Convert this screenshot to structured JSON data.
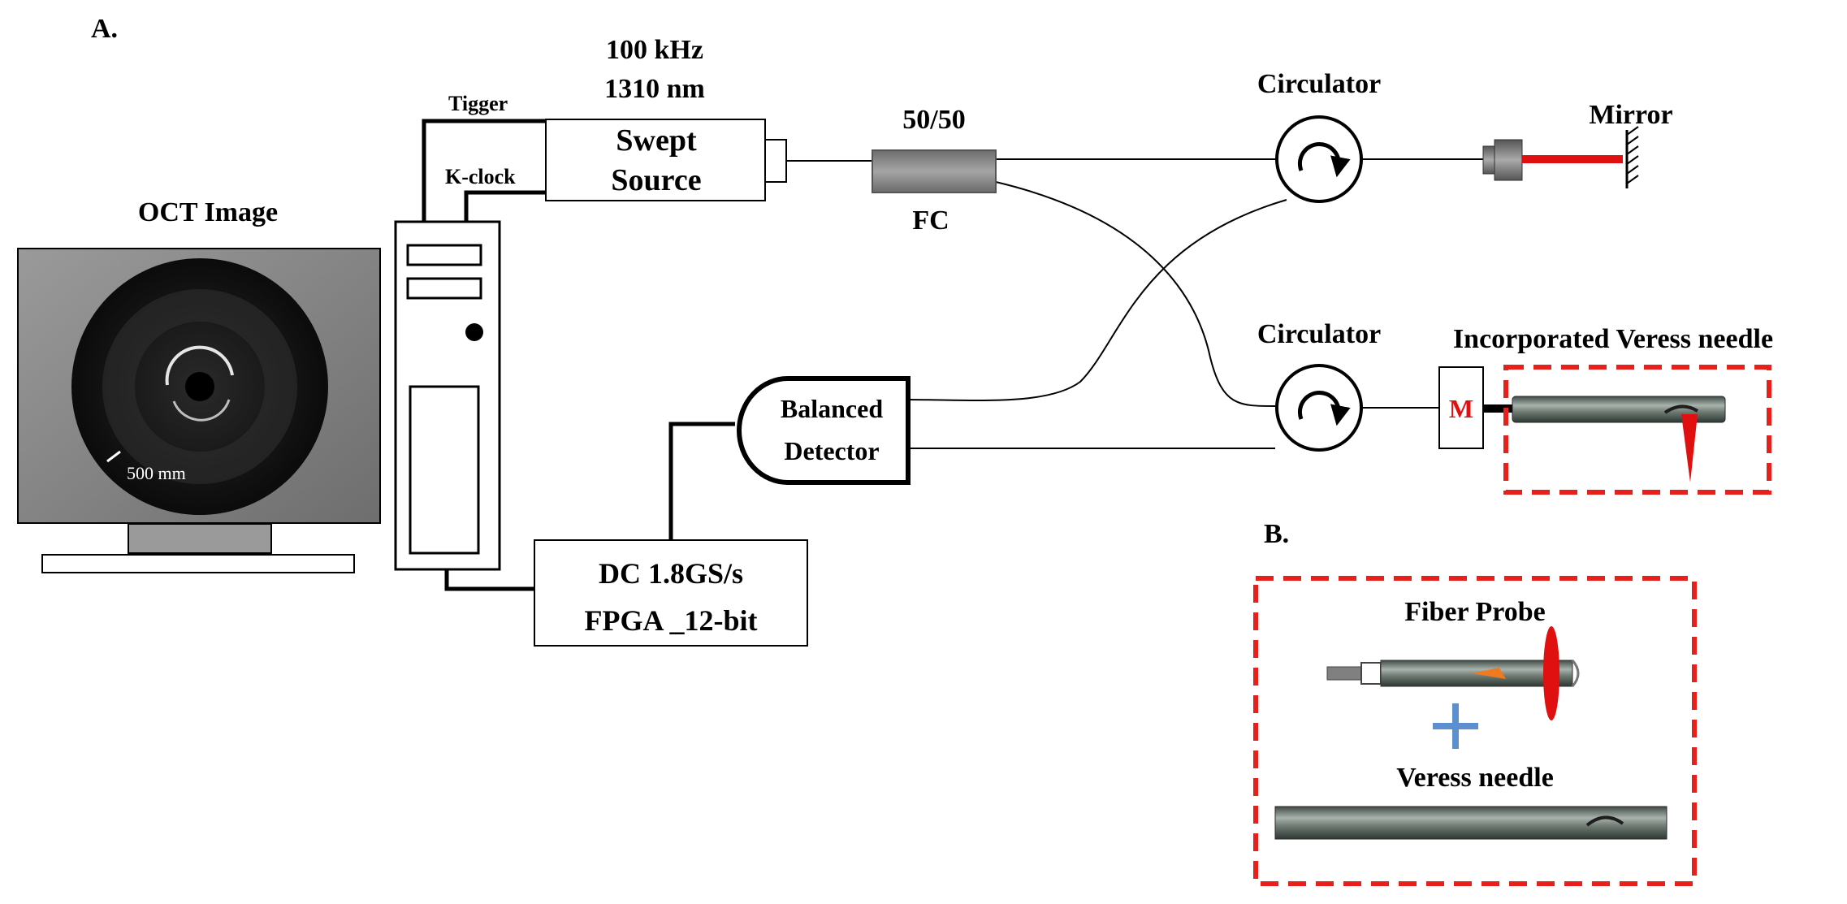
{
  "panels": {
    "a_label": "A.",
    "b_label": "B."
  },
  "oct_image": {
    "title": "OCT Image",
    "scale_label": "500 mm"
  },
  "trigger_lines": {
    "trigger": "Tigger",
    "kclock": "K-clock"
  },
  "swept_source": {
    "rate": "100 kHz",
    "wavelength": "1310 nm",
    "name_line1": "Swept",
    "name_line2": "Source"
  },
  "coupler": {
    "ratio": "50/50",
    "name": "FC"
  },
  "circulator_top": {
    "label": "Circulator"
  },
  "circulator_bottom": {
    "label": "Circulator"
  },
  "mirror": {
    "label": "Mirror"
  },
  "balanced_detector": {
    "line1": "Balanced",
    "line2": "Detector"
  },
  "daq": {
    "line1": "DC 1.8GS/s",
    "line2": "FPGA _12-bit"
  },
  "needle_assembly": {
    "title": "Incorporated Veress needle",
    "motor_label": "M"
  },
  "panel_b": {
    "fiber_probe": "Fiber Probe",
    "veress_needle": "Veress needle"
  },
  "colors": {
    "dash_red": "#e8201c",
    "beam_red": "#e01010",
    "plus_blue": "#5b8fd0",
    "monitor_frame": "#8a8a8a",
    "coupler_gray": "#8c8c8c"
  }
}
